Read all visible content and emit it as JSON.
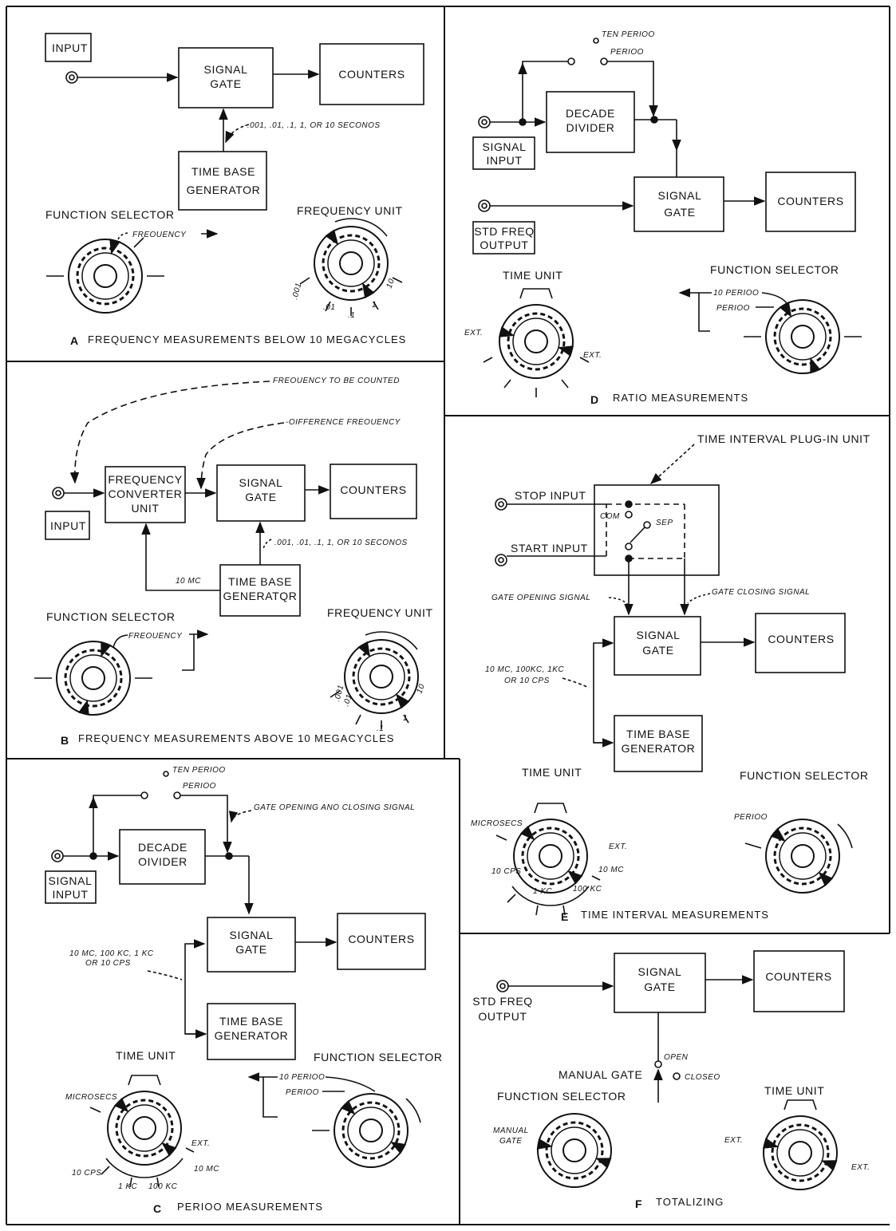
{
  "panels": {
    "A": {
      "letter": "A",
      "caption": "FREQUENCY MEASUREMENTS BELOW 10 MEGACYCLES",
      "input": "INPUT",
      "gate": [
        "SIGNAL",
        "GATE"
      ],
      "counters": "COUNTERS",
      "tbg": [
        "TIME BASE",
        "GENERATOR"
      ],
      "gate_times": "-.001, .01, .1, 1, OR 10 SECONOS",
      "function_selector": "FUNCTION SELECTOR",
      "fs_setting": "FREOUENCY",
      "frequency_unit": "FREQUENCY UNIT",
      "fu_ticks": [
        ".001",
        ".01",
        ".1",
        "1",
        "10"
      ]
    },
    "B": {
      "letter": "B",
      "caption": "FREQUENCY MEASUREMENTS ABOVE 10 MEGACYCLES",
      "freq_counted": "FREOUENCY TO BE COUNTED",
      "diff_freq": "-OIFFERENCE FREOUENCY",
      "converter": [
        "FREQUENCY",
        "CONVERTER",
        "UNIT"
      ],
      "input": "INPUT",
      "gate": [
        "SIGNAL",
        "GATE"
      ],
      "counters": "COUNTERS",
      "tbg": [
        "TIME BASE",
        "GENERATQR"
      ],
      "ten_mc": "10 MC",
      "gate_times": ".001, .01, .1, 1, OR 10 SECONOS",
      "function_selector": "FUNCTION SELECTOR",
      "fs_setting": "FREOUENCY",
      "frequency_unit": "FREQUENCY UNIT",
      "fu_ticks": [
        ".001",
        ".01",
        ".1",
        "1",
        "10"
      ]
    },
    "C": {
      "letter": "C",
      "caption": "PERIOO MEASUREMENTS",
      "ten_period": "TEN PERIOO",
      "period": "PERIOO",
      "gate_signal": "GATE OPENING ANO CLOSING SIGNAL",
      "divider": [
        "DECADE",
        "OIVIDER"
      ],
      "signal_input": [
        "SIGNAL",
        "INPUT"
      ],
      "gate": [
        "SIGNAL",
        "GATE"
      ],
      "counters": "COUNTERS",
      "tbg": [
        "TIME BASE",
        "GENERATOR"
      ],
      "freqs": [
        "10 MC, 100 KC, 1 KC",
        "OR 10 CPS"
      ],
      "time_unit": "TIME UNIT",
      "function_selector": "FUNCTION SELECTOR",
      "fs_10period": "10 PERIOO",
      "fs_period": "PERIOO",
      "tu_labels": [
        "MICROSECS",
        "EXT.",
        "10 MC",
        "100 KC",
        "1 KC",
        "10 CPS"
      ]
    },
    "D": {
      "letter": "D",
      "caption": "RATIO MEASUREMENTS",
      "ten_period": "TEN PERIOO",
      "period": "PERIOO",
      "divider": [
        "DECADE",
        "DIVIDER"
      ],
      "signal_input": [
        "SIGNAL",
        "INPUT"
      ],
      "std_freq": [
        "STD FREQ",
        "OUTPUT"
      ],
      "gate": [
        "SIGNAL",
        "GATE"
      ],
      "counters": "COUNTERS",
      "time_unit": "TIME UNIT",
      "tu_labels": [
        "EXT.",
        "EXT."
      ],
      "function_selector": "FUNCTION SELECTOR",
      "fs_10period": "10 PERIOO",
      "fs_period": "PERIOO"
    },
    "E": {
      "letter": "E",
      "caption": "TIME INTERVAL MEASUREMENTS",
      "plugin": "TIME INTERVAL PLUG-IN UNIT",
      "stop_input": "STOP INPUT",
      "start_input": "START INPUT",
      "com": "COM",
      "sep": "SEP",
      "gate_opening": "GATE OPENING SIGNAL",
      "gate_closing": "GATE CLOSING SIGNAL",
      "gate": [
        "SIGNAL",
        "GATE"
      ],
      "counters": "COUNTERS",
      "freqs": [
        "10 MC, 100KC, 1KC",
        "OR 10 CPS"
      ],
      "tbg": [
        "TIME BASE",
        "GENERATOR"
      ],
      "time_unit": "TIME UNIT",
      "function_selector": "FUNCTION SELECTOR",
      "fs_period": "PERIOO",
      "tu_labels": [
        "MICROSECS",
        "EXT.",
        "10 MC",
        "100 KC",
        "1 KC",
        "10 CPS"
      ]
    },
    "F": {
      "letter": "F",
      "caption": "TOTALIZING",
      "std_freq": [
        "STD FREQ",
        "OUTPUT"
      ],
      "gate": [
        "SIGNAL",
        "GATE"
      ],
      "counters": "COUNTERS",
      "open": "OPEN",
      "closed": "CLOSEO",
      "manual_gate": "MANUAL GATE",
      "function_selector": "FUNCTION SELECTOR",
      "fs_setting": [
        "MANUAL",
        "GATE"
      ],
      "time_unit": "TIME UNIT",
      "tu_labels": [
        "EXT.",
        "EXT."
      ]
    }
  }
}
